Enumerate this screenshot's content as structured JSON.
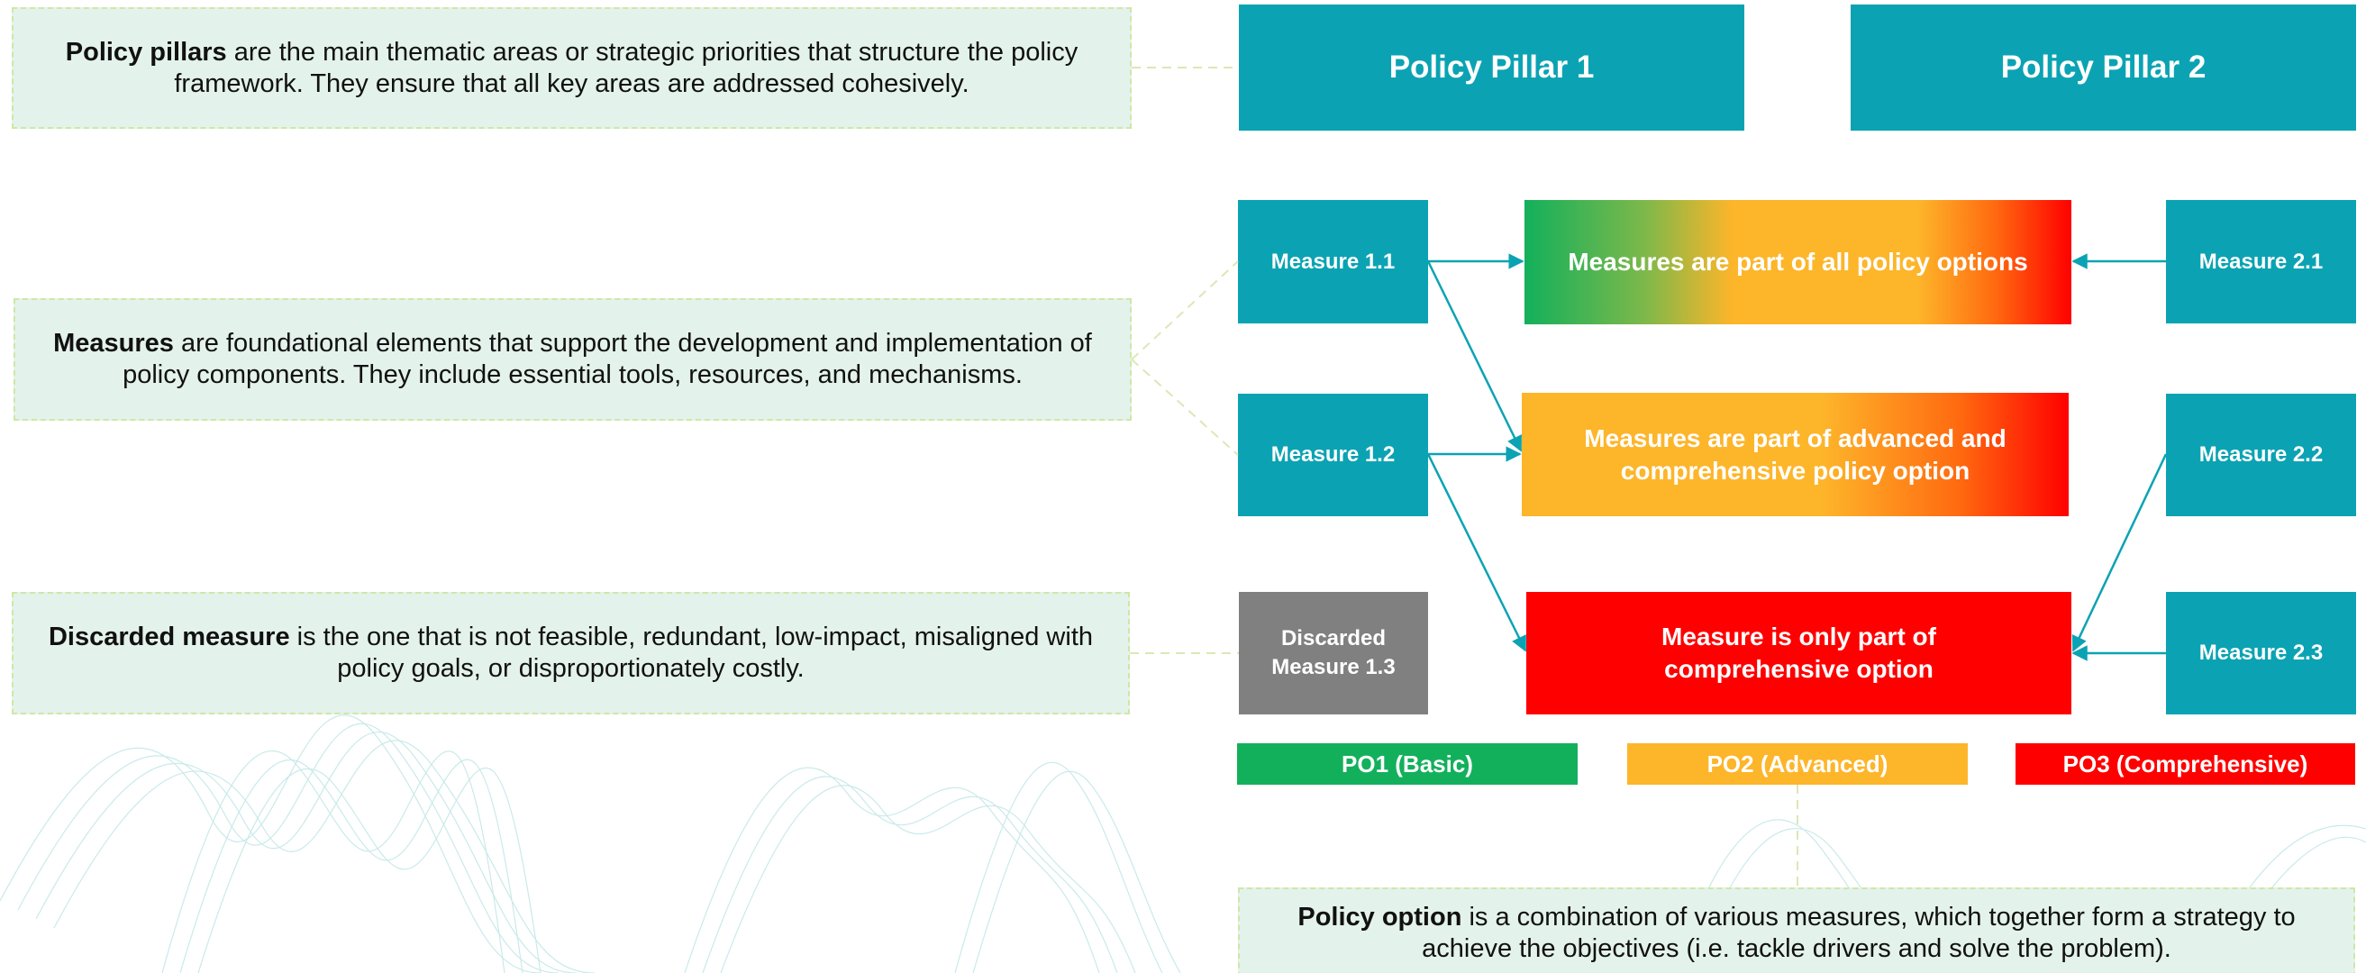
{
  "definitions": {
    "pillars": {
      "term": "Policy pillars",
      "text": " are the main thematic areas or strategic priorities that structure the policy framework. They ensure that all key areas are addressed cohesively."
    },
    "measures": {
      "term": "Measures",
      "text": " are foundational elements that support the development and implementation of policy components. They include essential tools, resources, and mechanisms."
    },
    "discarded": {
      "term": "Discarded measure",
      "text": " is the one that is not feasible, redundant, low-impact, misaligned with policy goals, or disproportionately costly."
    },
    "policy_option": {
      "term": "Policy option",
      "text": " is a combination of various measures, which together form a strategy to achieve the objectives (i.e. tackle drivers and solve the problem)."
    }
  },
  "pillars": [
    "Policy Pillar 1",
    "Policy Pillar 2"
  ],
  "measures": {
    "m11": "Measure 1.1",
    "m12": "Measure 1.2",
    "m13": "Discarded Measure 1.3",
    "m21": "Measure 2.1",
    "m22": "Measure 2.2",
    "m23": "Measure 2.3"
  },
  "options": {
    "all": "Measures are part of all policy options",
    "advanced": "Measures are part of advanced and comprehensive policy option",
    "comprehensive": "Measure is only part of comprehensive option"
  },
  "legend": [
    "PO1 (Basic)",
    "PO2 (Advanced)",
    "PO3 (Comprehensive)"
  ],
  "colors": {
    "teal": "#0ba3b3",
    "grey": "#808080",
    "po1_green": "#13b05c",
    "po2_orange": "#fdb52a",
    "po3_red": "#ff0000",
    "definition_bg": "#e4f2ec"
  }
}
